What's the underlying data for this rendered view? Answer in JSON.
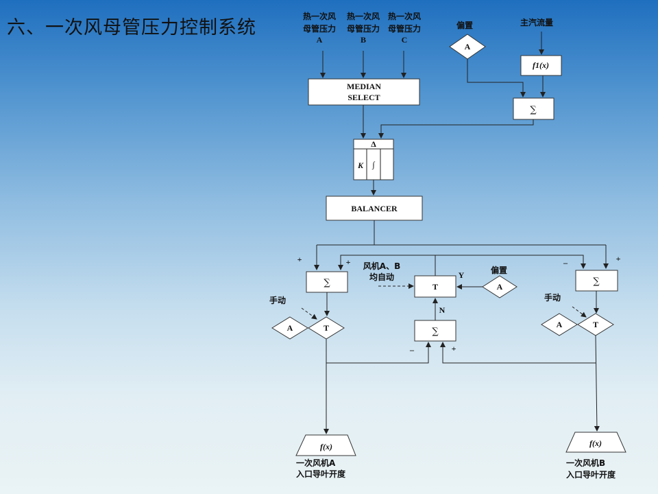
{
  "title": "六、一次风母管压力控制系统",
  "inputs": {
    "a": [
      "热一次风",
      "母管压力",
      "A"
    ],
    "b": [
      "热一次风",
      "母管压力",
      "B"
    ],
    "c": [
      "热一次风",
      "母管压力",
      "C"
    ]
  },
  "bias_label": "偏置",
  "main_steam_label": "主汽流量",
  "func_f1": "f1(x)",
  "median_select": [
    "MEDIAN",
    "SELECT"
  ],
  "sum_symbol": "∑",
  "delta_symbol": "Δ",
  "integral_symbol": "∫",
  "k_label": "K",
  "balancer_label": "BALANCER",
  "fans_auto": [
    "风机A、B",
    "均自动"
  ],
  "manual_label": "手动",
  "a_label": "A",
  "t_label": "T",
  "y_label": "Y",
  "n_label": "N",
  "plus": "+",
  "minus": "–",
  "func_fx": "f(x)",
  "output_a": [
    "一次风机A",
    "入口导叶开度"
  ],
  "output_b": [
    "一次风机B",
    "入口导叶开度"
  ]
}
